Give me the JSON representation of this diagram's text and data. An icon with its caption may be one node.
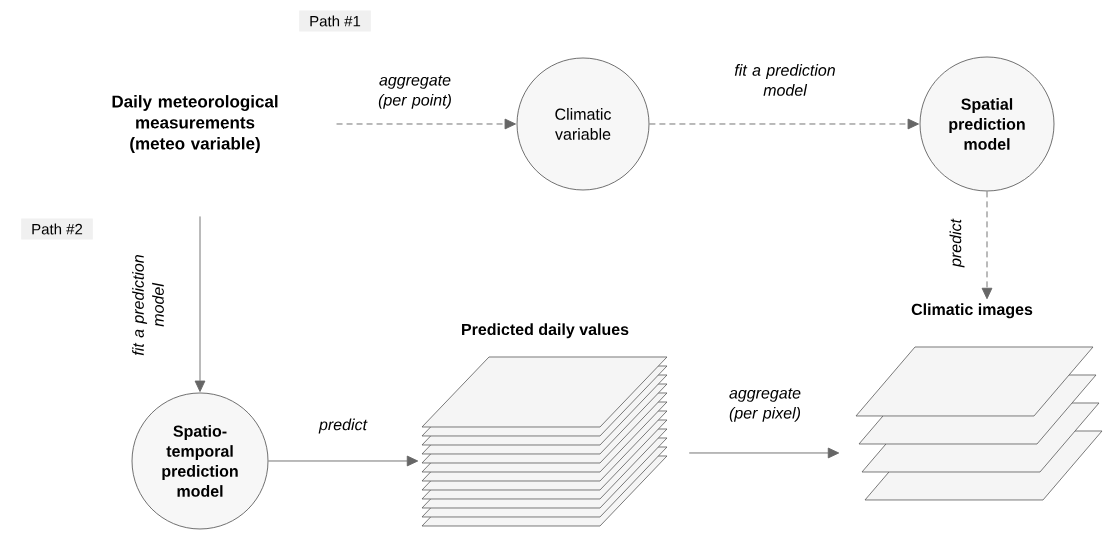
{
  "diagram": {
    "nodes": [
      {
        "text": [
          "Daily meteorological measurements (meteo variable)"
        ]
      },
      {
        "text": [
          "Climatic variable"
        ]
      },
      {
        "text": [
          "Spatial prediction model"
        ]
      },
      {
        "text": [
          "Spatio-temporal prediction model"
        ]
      },
      {
        "text": [
          "Predicted daily values"
        ]
      },
      {
        "text": [
          "Climatic images"
        ]
      }
    ],
    "edges": [
      {
        "from": 0,
        "to": 1,
        "arrow": "to",
        "label": "aggregate (per point)",
        "style": "dashed"
      },
      {
        "from": 1,
        "to": 2,
        "arrow": "to",
        "label": "fit a prediction model",
        "style": "dashed"
      },
      {
        "from": 2,
        "to": 5,
        "arrow": "to",
        "label": "predict",
        "style": "dashed"
      },
      {
        "from": 0,
        "to": 3,
        "arrow": "to",
        "label": "fit a prediction model"
      },
      {
        "from": 3,
        "to": 4,
        "arrow": "to",
        "label": "predict"
      },
      {
        "from": 4,
        "to": 5,
        "arrow": "to",
        "label": "aggregate (per pixel)"
      }
    ],
    "labels": [
      "Path #1",
      "Path #2"
    ]
  }
}
